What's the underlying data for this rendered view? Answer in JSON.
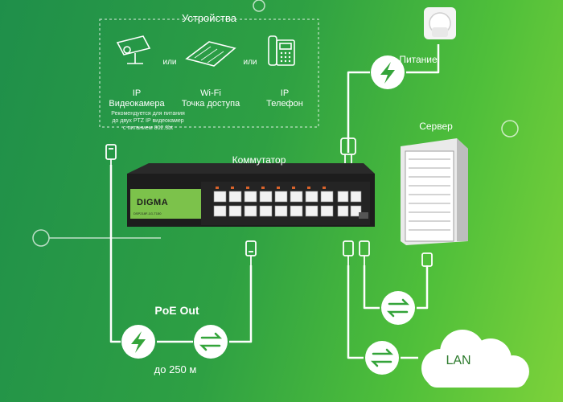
{
  "devices": {
    "title": "Устройства",
    "camera": {
      "line1": "IP",
      "line2": "Видеокамера"
    },
    "wifi": {
      "line1": "Wi-Fi",
      "line2": "Точка доступа"
    },
    "phone": {
      "line1": "IP",
      "line2": "Телефон"
    },
    "or_label": "или",
    "note": [
      "Рекомендуется для питания",
      "до двух PTZ IP видеокамер",
      "с питанием 802.3bt"
    ]
  },
  "switch": {
    "label": "Коммутатор",
    "brand": "DIGMA",
    "model": "DSP218F-1G-T150"
  },
  "power": {
    "label": "Питание"
  },
  "server": {
    "label": "Сервер"
  },
  "poe": {
    "label": "PoE Out",
    "distance": "до 250 м"
  },
  "lan": {
    "label": "LAN"
  },
  "colors": {
    "green_dark": "#1f8f4a",
    "green_light": "#7dd23a",
    "switch_accent": "#7cc24b",
    "icon_green": "#34a43a"
  }
}
